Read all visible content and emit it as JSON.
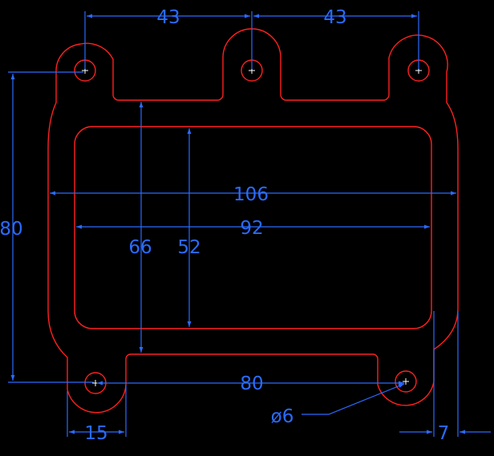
{
  "drawing": {
    "units": "mm",
    "colors": {
      "background": "#000000",
      "outline": "#ff2020",
      "dimension": "#2a6bff",
      "dimension_text": "#2a6bff"
    },
    "dimensions": {
      "top_left_spacing": "43",
      "top_right_spacing": "43",
      "left_height": "80",
      "outer_width": "106",
      "inner_width": "92",
      "outer_height": "66",
      "inner_height": "52",
      "bottom_hole_spacing": "80",
      "bottom_lug_width": "15",
      "hole_diameter": "ø6",
      "wall_thickness": "7"
    }
  }
}
